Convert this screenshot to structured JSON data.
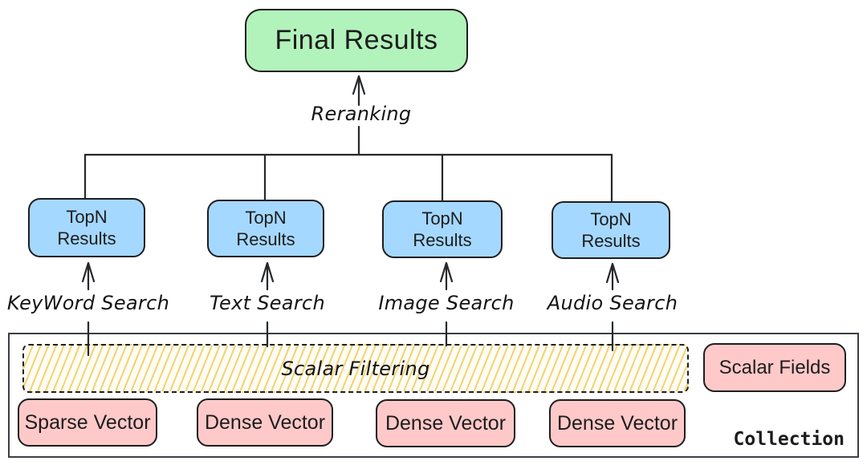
{
  "diagram": {
    "final_results": {
      "label": "Final Results"
    },
    "reranking": {
      "label": "Reranking"
    },
    "columns": [
      {
        "topn_line1": "TopN",
        "topn_line2": "Results",
        "search_label": "KeyWord Search",
        "vector_label": "Sparse Vector"
      },
      {
        "topn_line1": "TopN",
        "topn_line2": "Results",
        "search_label": "Text Search",
        "vector_label": "Dense Vector"
      },
      {
        "topn_line1": "TopN",
        "topn_line2": "Results",
        "search_label": "Image Search",
        "vector_label": "Dense Vector"
      },
      {
        "topn_line1": "TopN",
        "topn_line2": "Results",
        "search_label": "Audio Search",
        "vector_label": "Dense Vector"
      }
    ],
    "collection": {
      "label": "Collection",
      "scalar_filtering_label": "Scalar Filtering",
      "scalar_fields_label": "Scalar Fields"
    },
    "edges": [
      {
        "from": "TopN Results (all four)",
        "label": "Reranking",
        "to": "Final Results"
      },
      {
        "from": "Collection / Sparse Vector",
        "label": "KeyWord Search",
        "to": "TopN Results 1"
      },
      {
        "from": "Collection / Dense Vector",
        "label": "Text Search",
        "to": "TopN Results 2"
      },
      {
        "from": "Collection / Dense Vector",
        "label": "Image Search",
        "to": "TopN Results 3"
      },
      {
        "from": "Collection / Dense Vector",
        "label": "Audio Search",
        "to": "TopN Results 4"
      }
    ],
    "colors": {
      "final_results_fill": "#b2f2bb",
      "topn_fill": "#a5d8ff",
      "vector_fill": "#ffc9c9",
      "hatch_line": "#f2cd63",
      "hatch_bg": "#fffdf4",
      "stroke": "#1e1e1e",
      "container_stroke": "#3b3e45"
    }
  }
}
